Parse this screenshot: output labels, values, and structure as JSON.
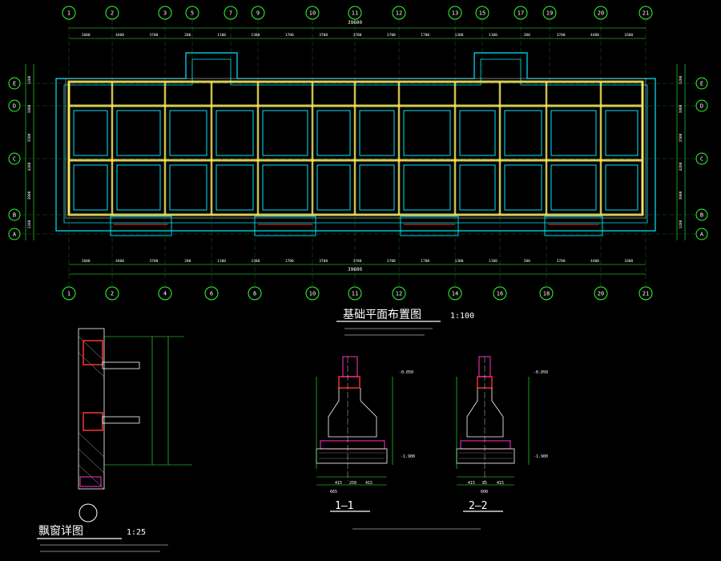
{
  "titles": {
    "plan_title": "基础平面布置图",
    "plan_scale": "1:100",
    "window_title": "飘窗详图",
    "window_scale": "1:25",
    "section1": "1—1",
    "section2": "2—2"
  },
  "axes": {
    "top_labels": [
      "1",
      "2",
      "3",
      "5",
      "7",
      "9",
      "10",
      "11",
      "12",
      "13",
      "15",
      "17",
      "19",
      "20",
      "21"
    ],
    "bottom_labels": [
      "1",
      "2",
      "4",
      "6",
      "8",
      "10",
      "11",
      "12",
      "14",
      "16",
      "18",
      "20",
      "21"
    ],
    "row_labels": [
      "E",
      "D",
      "C",
      "B",
      "A"
    ]
  },
  "dimensions": {
    "overall": "39600",
    "top_row": [
      "1600",
      "4400",
      "3700",
      "200",
      "1100",
      "1300",
      "1700",
      "3700",
      "3700",
      "3700",
      "1700",
      "1300",
      "1100",
      "200",
      "3700",
      "4400",
      "1600"
    ],
    "bottom_row": [
      "1600",
      "4400",
      "3700",
      "200",
      "1100",
      "1300",
      "1700",
      "3700",
      "3700",
      "3700",
      "1700",
      "1300",
      "1100",
      "200",
      "3700",
      "4400",
      "1600"
    ],
    "left_side": [
      "1200",
      "1800",
      "1500",
      "4200",
      "3900",
      "1200"
    ],
    "right_side": [
      "1200",
      "1800",
      "1500",
      "4200",
      "3900",
      "1200"
    ]
  },
  "section_labels": {
    "sec1_dims": [
      "415",
      "250",
      "415"
    ],
    "sec1_total": "665",
    "sec2_dims": [
      "415",
      "85",
      "415"
    ],
    "sec2_total": "600",
    "elev_top": "-0.050",
    "elev_bottom": "-1.900"
  },
  "colors": {
    "background": "#000000",
    "cyan": "#00e5ff",
    "green": "#33ff33",
    "yellow": "#ffee66",
    "red": "#ff3333",
    "magenta": "#ff33cc",
    "white": "#ffffff"
  }
}
